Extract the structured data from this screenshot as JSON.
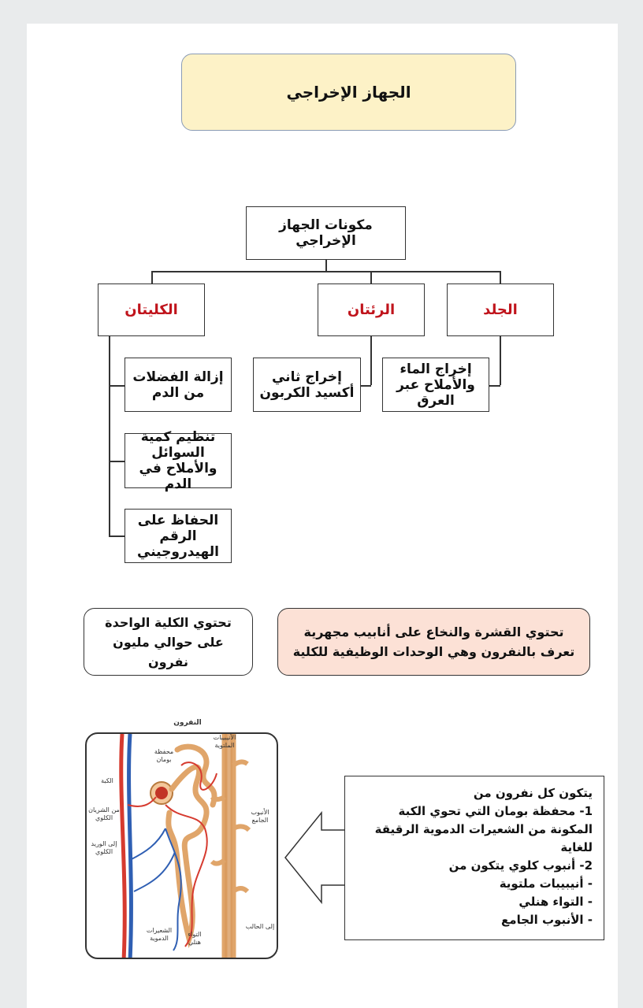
{
  "title": "الجهاز الإخراجي",
  "root": "مكونات الجهاز الإخراجي",
  "categories": {
    "kidneys": "الكليتان",
    "lungs": "الرئتان",
    "skin": "الجلد"
  },
  "kidney_functions": [
    "إزالة الفضلات من الدم",
    "تنظيم كمية السوائل والأملاح في الدم",
    "الحفاظ على الرقم الهيدروجيني"
  ],
  "lungs_function": "إخراج ثاني أكسيد الكربون",
  "skin_function": "إخراج الماء والأملاح عبر العرق",
  "note_nephron_count": "تحتوي الكلية الواحدة على حوالي مليون نفرون",
  "note_cortex_medulla": "تحتوي القشرة والنخاع على أنابيب مجهرية تعرف بالنفرون وهي الوحدات الوظيفية للكلية",
  "nephron_diagram": {
    "title": "النفرون",
    "labels": {
      "bowman": "محفظة بومان",
      "glomerulus": "الكبة",
      "from_artery": "من الشريان الكلوي",
      "to_vein": "إلى الوريد الكلوي",
      "convoluted": "الأنيبيبات الملتوية",
      "collecting": "الأنبوب الجامع",
      "capillaries": "الشعيرات الدموية",
      "loop": "التواء هنلي",
      "to_ureter": "إلى الحالب"
    }
  },
  "nephron_composition": {
    "heading": "يتكون كل نفرون من",
    "item1": "1- محفظة بومان التي تحوي الكبة المكونة من الشعيرات الدموية الرقيقة للغاية",
    "item2": "2- أنبوب كلوي يتكون من",
    "subitems": [
      "- أنيبيبات ملتوية",
      "- التواء هنلي",
      "- الأنبوب الجامع"
    ]
  },
  "colors": {
    "title_bg": "#fdf2c7",
    "category_text": "#c0141c",
    "note_highlight_bg": "#fce1d6",
    "artery": "#d63a2f",
    "vein": "#2f5fb3",
    "tubule": "#e0a56a"
  }
}
